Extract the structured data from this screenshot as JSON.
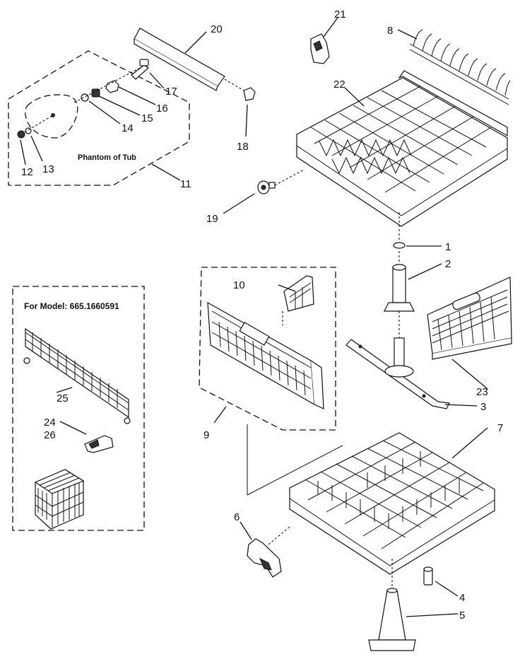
{
  "diagram": {
    "labels": {
      "p1": "1",
      "p2": "2",
      "p3": "3",
      "p4": "4",
      "p5": "5",
      "p6": "6",
      "p7": "7",
      "p8": "8",
      "p9": "9",
      "p10": "10",
      "p11": "11",
      "p12": "12",
      "p13": "13",
      "p14": "14",
      "p15": "15",
      "p16": "16",
      "p17": "17",
      "p18": "18",
      "p19": "19",
      "p20": "20",
      "p21": "21",
      "p22": "22",
      "p23": "23",
      "p24": "24",
      "p25": "25",
      "p26": "26"
    },
    "tub_caption": "Phantom of Tub",
    "model_box_title": "For Model: 665.1660591"
  }
}
